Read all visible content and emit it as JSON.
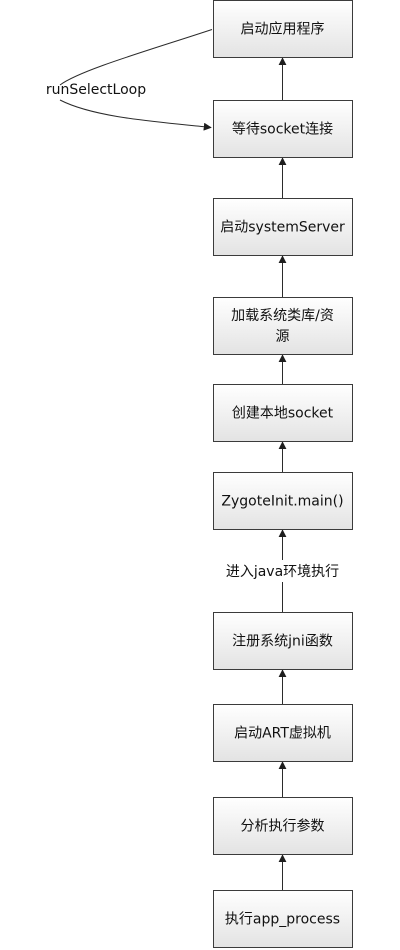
{
  "nodes": [
    {
      "id": "start-app",
      "label": "启动应用程序"
    },
    {
      "id": "wait-socket",
      "label": "等待socket连接"
    },
    {
      "id": "start-system-server",
      "label": "启动systemServer"
    },
    {
      "id": "load-classes",
      "label": "加载系统类库/资\n源"
    },
    {
      "id": "create-socket",
      "label": "创建本地socket"
    },
    {
      "id": "zygote-main",
      "label": "ZygoteInit.main()"
    },
    {
      "id": "register-jni",
      "label": "注册系统jni函数"
    },
    {
      "id": "start-art",
      "label": "启动ART虚拟机"
    },
    {
      "id": "parse-args",
      "label": "分析执行参数"
    },
    {
      "id": "exec-app-process",
      "label": "执行app_process"
    }
  ],
  "edges": [
    {
      "from": "exec-app-process",
      "to": "parse-args",
      "label": ""
    },
    {
      "from": "parse-args",
      "to": "start-art",
      "label": ""
    },
    {
      "from": "start-art",
      "to": "register-jni",
      "label": ""
    },
    {
      "from": "register-jni",
      "to": "zygote-main",
      "label": "进入java环境执行"
    },
    {
      "from": "zygote-main",
      "to": "create-socket",
      "label": ""
    },
    {
      "from": "create-socket",
      "to": "load-classes",
      "label": ""
    },
    {
      "from": "load-classes",
      "to": "start-system-server",
      "label": ""
    },
    {
      "from": "start-system-server",
      "to": "wait-socket",
      "label": ""
    },
    {
      "from": "wait-socket",
      "to": "start-app",
      "label": ""
    }
  ],
  "loop": {
    "from": "start-app",
    "to": "wait-socket",
    "label": "runSelectLoop"
  }
}
